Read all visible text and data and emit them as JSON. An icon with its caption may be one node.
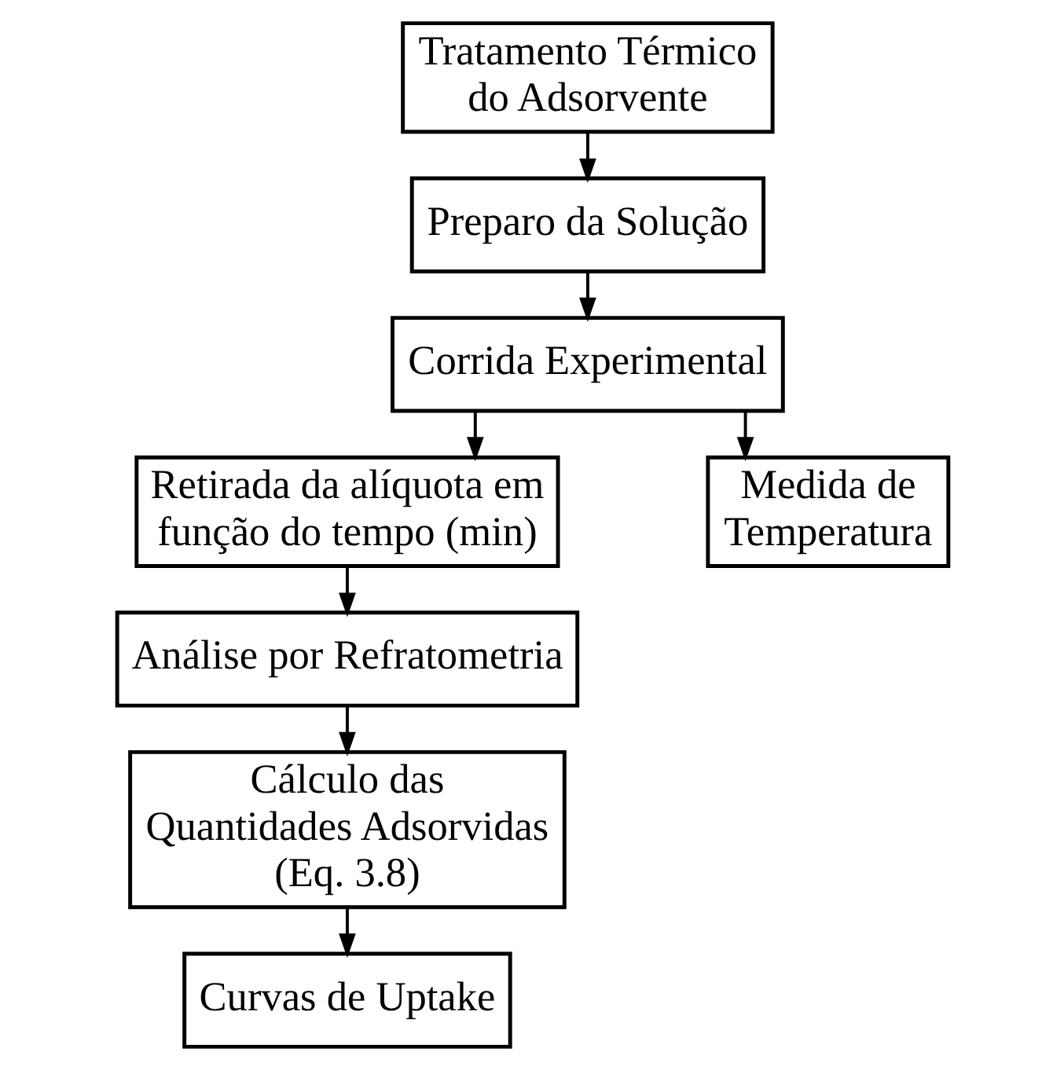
{
  "diagram": {
    "nodes": [
      {
        "text": [
          "Tratamento Térmico do Adsorvente"
        ]
      },
      {
        "text": [
          "Preparo da Solução"
        ]
      },
      {
        "text": [
          "Corrida Experimental"
        ]
      },
      {
        "text": [
          "Retirada da alíquota em função do tempo (min)"
        ]
      },
      {
        "text": [
          "Medida de Temperatura"
        ]
      },
      {
        "text": [
          "Análise por Refratometria"
        ]
      },
      {
        "text": [
          "Cálculo das Quantidades Adsorvidas (Eq. 3.8)"
        ]
      },
      {
        "text": [
          "Curvas de Uptake"
        ]
      }
    ],
    "edges": [
      {
        "from": 0,
        "to": 1,
        "arrow": "to"
      },
      {
        "from": 1,
        "to": 2,
        "arrow": "to"
      },
      {
        "from": 2,
        "to": 3,
        "arrow": "to"
      },
      {
        "from": 2,
        "to": 4,
        "arrow": "to"
      },
      {
        "from": 3,
        "to": 5,
        "arrow": "to"
      },
      {
        "from": 5,
        "to": 6,
        "arrow": "to"
      },
      {
        "from": 6,
        "to": 7,
        "arrow": "to"
      }
    ]
  }
}
